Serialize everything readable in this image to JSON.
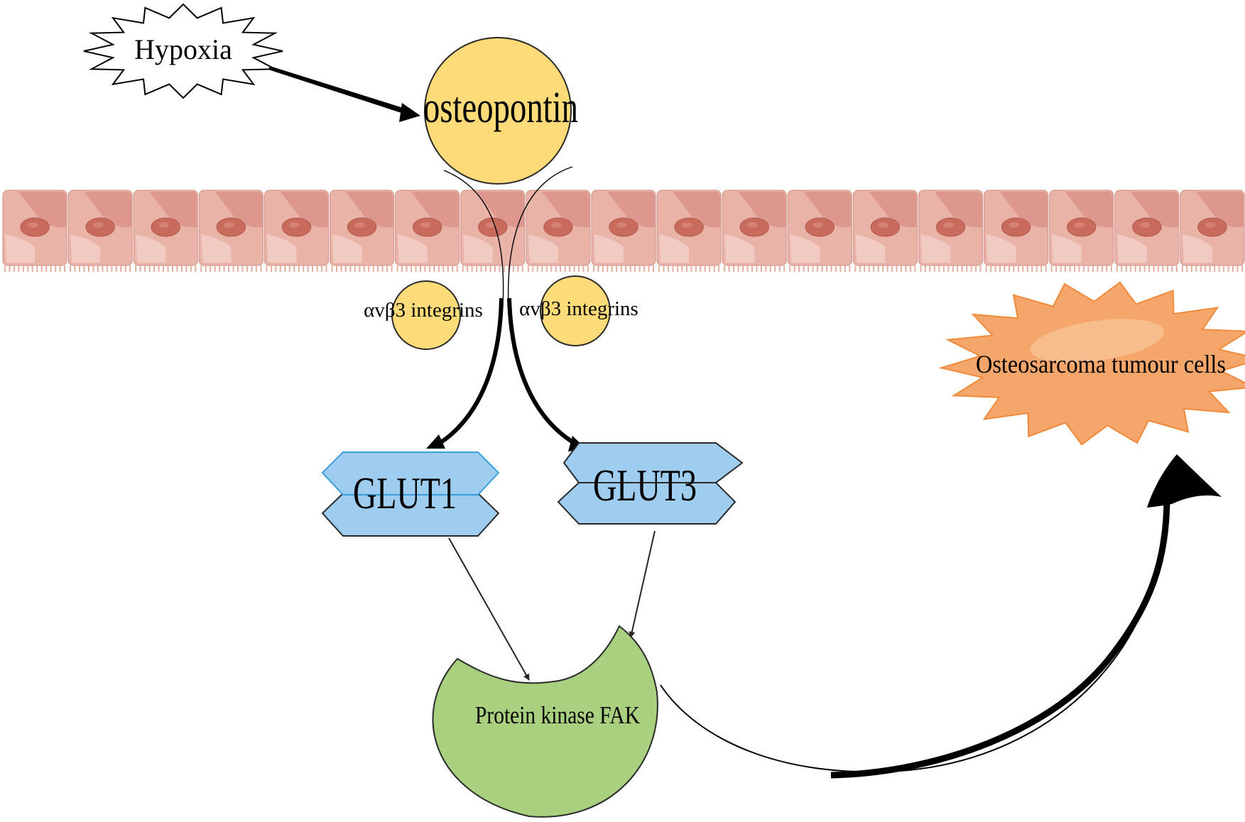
{
  "labels": {
    "hypoxia": "Hypoxia",
    "osteopontin": "osteopontin",
    "integrin_left": "αvβ3 integrins",
    "integrin_right": "αvβ3 integrins",
    "glut1": "GLUT1",
    "glut3": "GLUT3",
    "fak": "Protein kinase FAK",
    "tumour": "Osteosarcoma tumour cells"
  },
  "colors": {
    "osteopontin": "#fddb78",
    "integrin": "#fddb78",
    "glut": "#9ecdf0",
    "glut_stroke": "#2a2a2a",
    "glut1_top_stroke": "#3a9fd8",
    "fak": "#a8d07e",
    "tumour": "#f5a66a",
    "tumour_stroke": "#f08a3a",
    "cell_base": "#eab3a8",
    "cell_top": "#dc9488",
    "cell_nucleus": "#c86a5c",
    "cell_light": "#f3cfc7"
  },
  "cells": {
    "count": 19
  }
}
